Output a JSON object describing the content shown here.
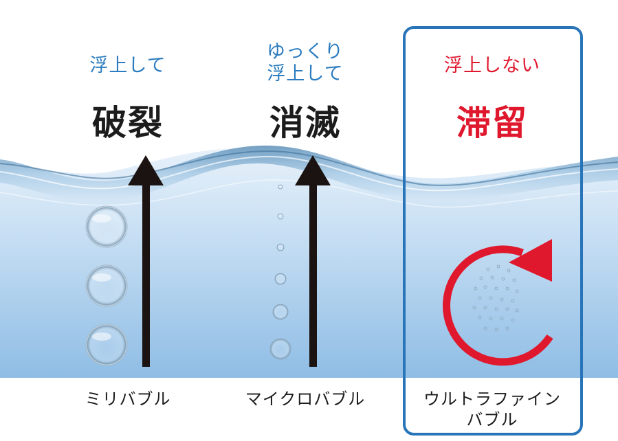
{
  "columns": [
    {
      "id": "milli",
      "subtitle": [
        "浮上して"
      ],
      "result": "破裂",
      "name": [
        "ミリバブル"
      ]
    },
    {
      "id": "micro",
      "subtitle": [
        "ゆっくり",
        "浮上して"
      ],
      "result": "消滅",
      "name": [
        "マイクロバブル"
      ]
    },
    {
      "id": "ultra",
      "subtitle": [
        "浮上しない"
      ],
      "result": "滞留",
      "name": [
        "ウルトラファイン",
        "バブル"
      ]
    }
  ],
  "colors": {
    "blue_text": "#2a7bbf",
    "red_text": "#e0182d",
    "frame_blue": "#2774b8",
    "water_top": "#dbeaf7",
    "water_bottom": "#8fbfe6",
    "arrow": "#1a1311"
  }
}
